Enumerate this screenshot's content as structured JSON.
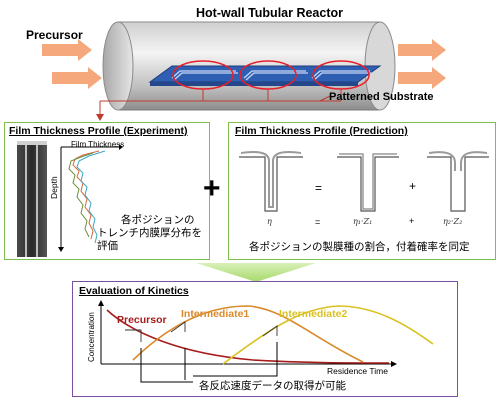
{
  "reactor": {
    "title": "Hot-wall Tubular Reactor",
    "precursor_label": "Precursor",
    "substrate_label": "Patterned Substrate",
    "colors": {
      "tube": "#9a9a9a",
      "substrate": "#2f5fb3",
      "arrow": "#f4a87c",
      "highlight": "#e8202a"
    }
  },
  "experiment_panel": {
    "title": "Film Thickness Profile (Experiment)",
    "axis_x_label": "Film Thickness",
    "axis_y_label": "Depth",
    "note_line1": "各ポジションの",
    "note_line2": "トレンチ内膜厚分布を",
    "note_line3": "評価",
    "border_color": "#7cc04b"
  },
  "operator_plus": "+",
  "prediction_panel": {
    "title": "Film Thickness Profile (Prediction)",
    "equation": {
      "eq1": "=",
      "plus1": "+",
      "eq2": "=",
      "plus2": "+",
      "lhs": "η",
      "term1": "η₁·Z₁",
      "term2": "η₂·Z₂"
    },
    "caption": "各ポジションの製膜種の割合，付着確率を同定",
    "border_color": "#7cc04b"
  },
  "kinetics_panel": {
    "title": "Evaluation of  Kinetics",
    "ylabel": "Concentration",
    "xlabel": "Residence Time",
    "series": [
      {
        "name": "Precursor",
        "color": "#a61c1c"
      },
      {
        "name": "Intermediate1",
        "color": "#d98a2b"
      },
      {
        "name": "Intermediate2",
        "color": "#d9c222"
      }
    ],
    "caption": "各反応速度データの取得が可能",
    "border_color": "#7a4fa0"
  }
}
